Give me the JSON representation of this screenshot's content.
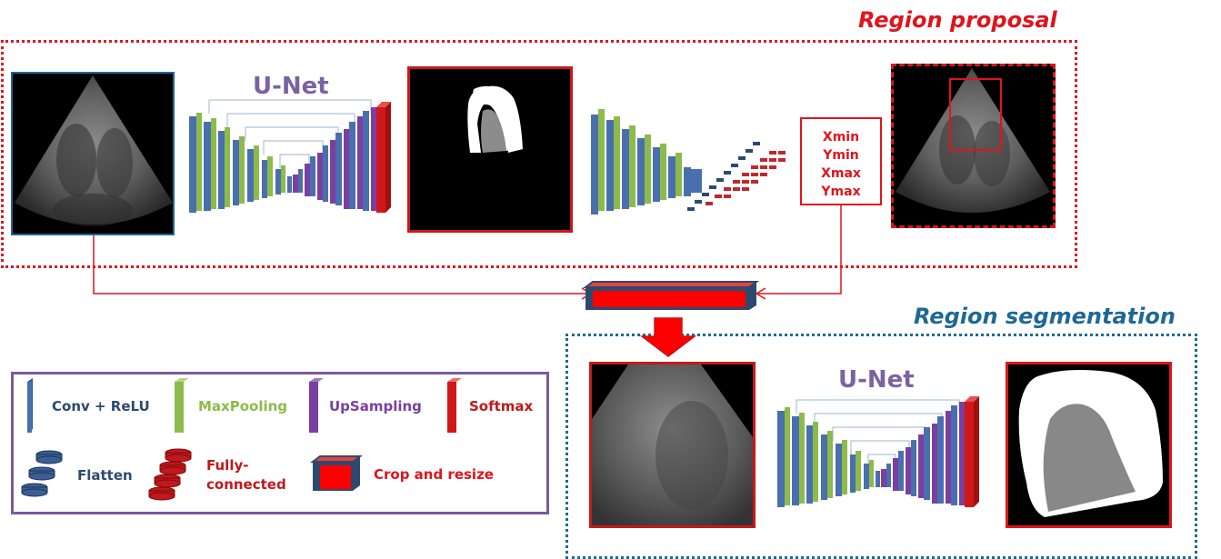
{
  "titles": {
    "region_proposal": "Region proposal",
    "region_segmentation": "Region segmentation"
  },
  "nets": {
    "top_unet": "U-Net",
    "bottom_unet": "U-Net"
  },
  "coordinates": [
    "Xmin",
    "Ymin",
    "Xmax",
    "Ymax"
  ],
  "legend": {
    "conv": "Conv + ReLU",
    "maxpool": "MaxPooling",
    "upsampling": "UpSampling",
    "softmax": "Softmax",
    "flatten": "Flatten",
    "fc_line1": "Fully-",
    "fc_line2": "connected",
    "crop": "Crop and resize"
  },
  "colors": {
    "red": "#e0141b",
    "blue": "#1f6896",
    "conv": "#4a6fae",
    "maxpool": "#8dbb4a",
    "upsampling": "#7a3fa0",
    "softmax": "#d01818",
    "dark_navy": "#2c4a6e",
    "legend_border": "#7B5A9C",
    "flatten_text": "#2c4a6e",
    "maxpool_text": "#8dbb4a",
    "upsampling_text": "#7a3fa0"
  }
}
